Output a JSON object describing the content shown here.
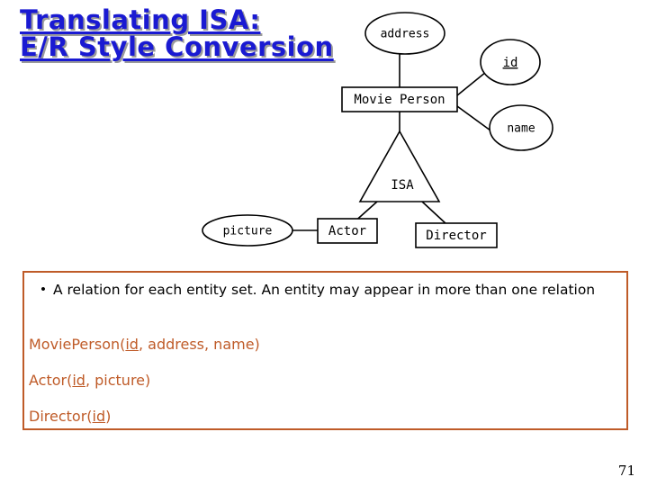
{
  "slide": {
    "title_lines": [
      "Translating ISA:",
      "E/R Style Conversion"
    ],
    "page_number": "71",
    "title_color": "#1a1ad2",
    "accent_color": "#bf5b28"
  },
  "diagram": {
    "type": "entity-relationship",
    "entities": [
      {
        "id": "movie-person",
        "label": "Movie Person"
      },
      {
        "id": "actor",
        "label": "Actor"
      },
      {
        "id": "director",
        "label": "Director"
      }
    ],
    "attributes": [
      {
        "id": "address",
        "label": "address",
        "key": false,
        "owner": "movie-person"
      },
      {
        "id": "id",
        "label": "id",
        "key": true,
        "owner": "movie-person"
      },
      {
        "id": "name",
        "label": "name",
        "key": false,
        "owner": "movie-person"
      },
      {
        "id": "picture",
        "label": "picture",
        "key": false,
        "owner": "actor"
      }
    ],
    "relationships": [
      {
        "id": "isa",
        "label": "ISA",
        "parent": "movie-person",
        "children": [
          "actor",
          "director"
        ]
      }
    ]
  },
  "body": {
    "bullet": "A relation for each entity set. An entity may appear in more than one relation",
    "bullet_marker": "•",
    "relations": [
      {
        "name": "MoviePerson(",
        "key": "id",
        "rest": ", address, name)"
      },
      {
        "name": "Actor(",
        "key": "id",
        "rest": ", picture)"
      },
      {
        "name": "Director(",
        "key": "id",
        "rest": ")"
      }
    ]
  }
}
